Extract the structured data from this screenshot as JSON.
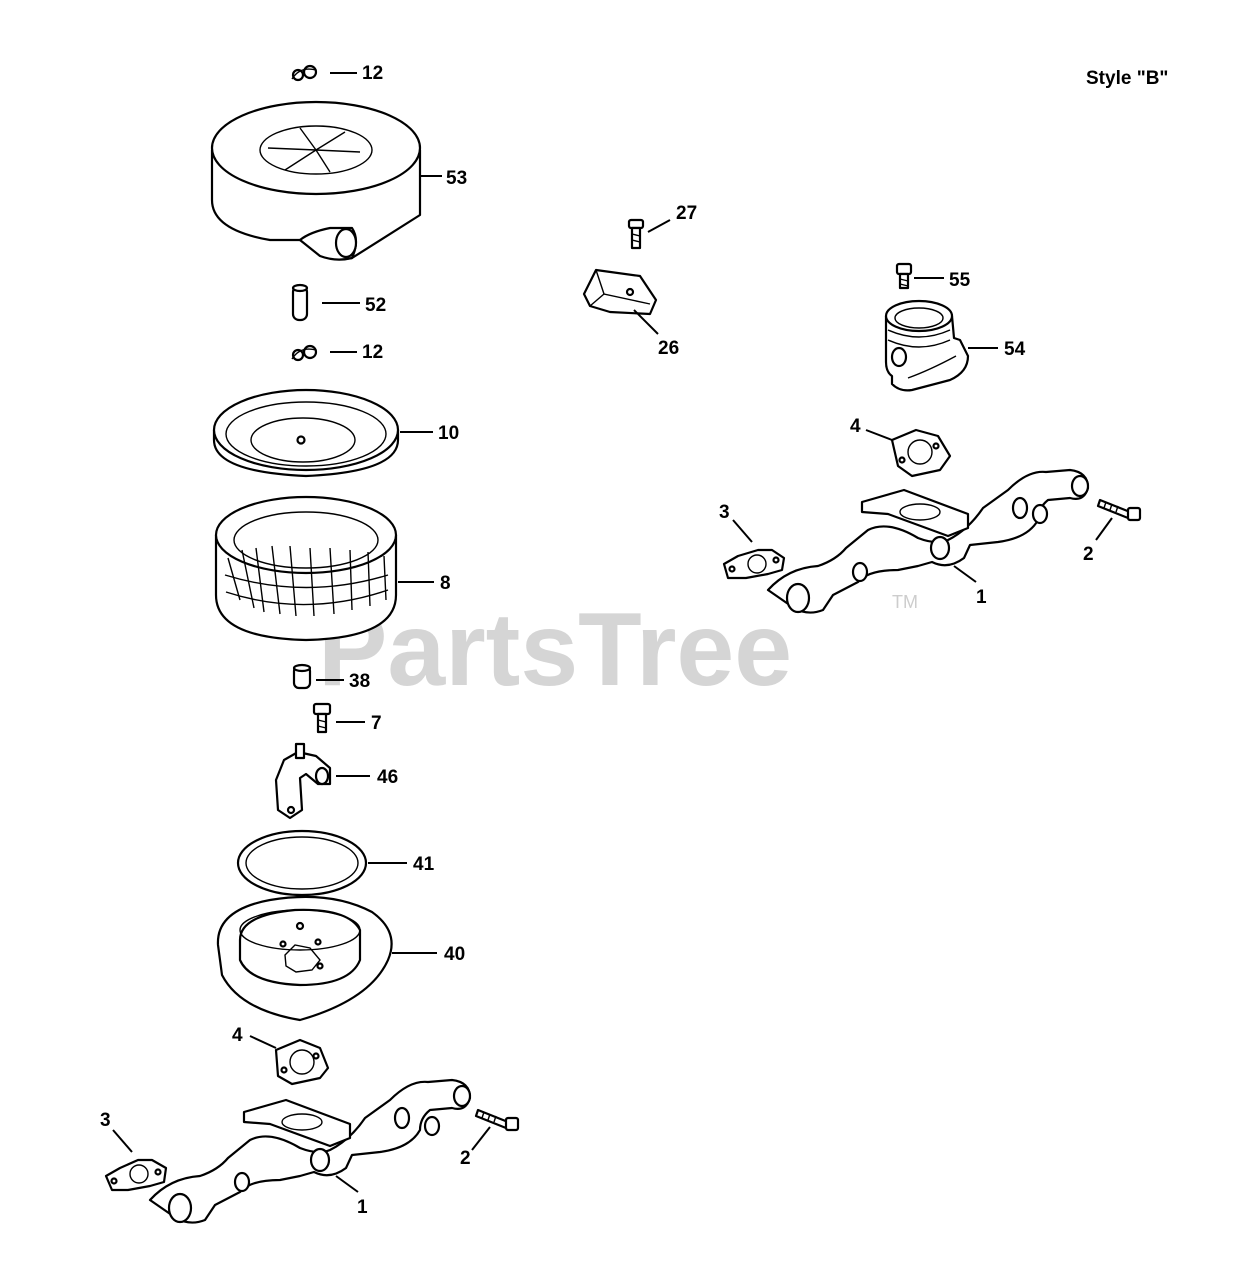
{
  "style_label": "Style \"B\"",
  "watermark": {
    "text": "PartsTree",
    "tm": "TM"
  },
  "callouts": {
    "c12a": "12",
    "c53": "53",
    "c52": "52",
    "c12b": "12",
    "c10": "10",
    "c8": "8",
    "c38": "38",
    "c7": "7",
    "c46": "46",
    "c41": "41",
    "c40": "40",
    "c4l": "4",
    "c3l": "3",
    "c2l": "2",
    "c1l": "1",
    "c27": "27",
    "c26": "26",
    "c55": "55",
    "c54": "54",
    "c4r": "4",
    "c3r": "3",
    "c2r": "2",
    "c1r": "1"
  }
}
